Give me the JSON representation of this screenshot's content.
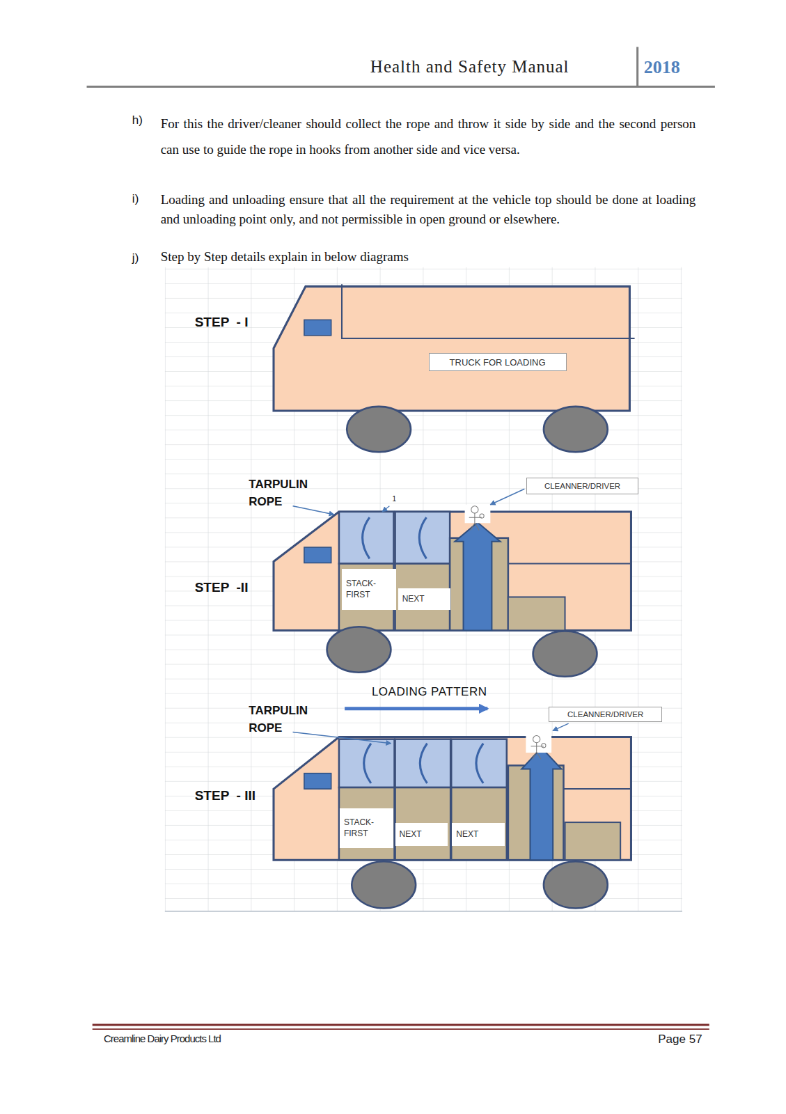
{
  "diagram": {
    "nodes": [
      {
        "text": [
          "TRUCK FOR LOADING"
        ]
      },
      {
        "text": [
          "CLEANNER/DRIVER"
        ]
      },
      {
        "text": [
          "STACK- FIRST"
        ]
      },
      {
        "text": [
          "NEXT"
        ]
      },
      {
        "text": [
          "CLEANNER/DRIVER"
        ]
      },
      {
        "text": [
          "STACK- FIRST"
        ]
      },
      {
        "text": [
          "NEXT"
        ]
      },
      {
        "text": [
          "NEXT"
        ]
      }
    ],
    "labels": [
      "Health and Safety Manual",
      "2018",
      "h)",
      "For this the driver/cleaner should collect the rope and throw it side by side and the second  person can use to guide the rope in hooks from another side and vice versa.",
      "i)",
      "Loading and unloading ensure that all the requirement at the vehicle top should be done at  loading and unloading point only, and not permissible in open ground or elsewhere.",
      "j)",
      "Step by Step details explain in below diagrams",
      "STEP  - I",
      "TARPULIN ROPE",
      "1",
      "STEP  -II",
      "LOADING PATTERN",
      "TARPULIN ROPE",
      "STEP  - III",
      "Creamline Dairy Products Ltd",
      "Page 57"
    ]
  }
}
